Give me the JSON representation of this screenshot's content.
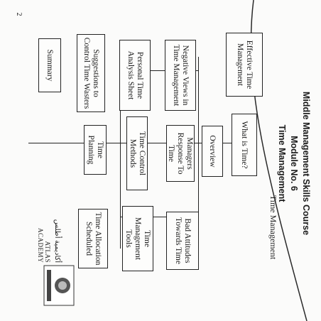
{
  "header": {
    "course": "Middle Management Skills Course",
    "module": "Module No. 6",
    "topic": "Time Management"
  },
  "logo": {
    "arabic": "أكاديمية أطلس",
    "english": "ATLAS ACADEMY"
  },
  "section_title": "Time Management",
  "boxes": {
    "overview": "Overview",
    "what_is_time": "What is Time?",
    "effective_tm": "Effective Time Management",
    "bad_attitudes": "Bad Attitudes Towards Time",
    "managers_response": "Managers Response To Time",
    "negative_views": "Negative Views in Time Management",
    "tm_tools": "Time Management Tools",
    "time_control": "Time Control Methods",
    "personal_sheet": "Personal Time Analysis Sheet",
    "time_allocation": "Time Allocation Scheduled",
    "time_planning": "Time Planning",
    "suggestions": "Suggestions to Control Time Wasters",
    "summary": "Summary"
  },
  "page_number": "2"
}
